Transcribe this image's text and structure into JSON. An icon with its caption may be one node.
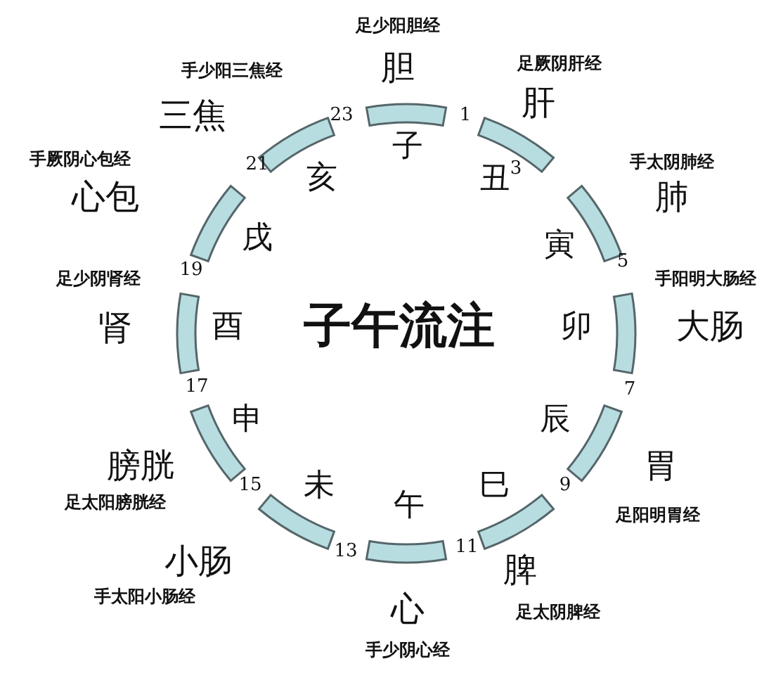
{
  "diagram": {
    "title": "子午流注",
    "labels": [
      "足少阳胆经",
      "手少阳三焦经",
      "胆",
      "足厥阴肝经",
      "三焦",
      "23",
      "1",
      "肝",
      "子",
      "手厥阴心包经",
      "21",
      "亥",
      "丑",
      "3",
      "手太阴肺经",
      "心包",
      "肺",
      "戌",
      "寅",
      "19",
      "5",
      "足少阴肾经",
      "手阳明大肠经",
      "肾",
      "酉",
      "卯",
      "大肠",
      "17",
      "7",
      "申",
      "辰",
      "膀胱",
      "胃",
      "15",
      "未",
      "巳",
      "9",
      "足太阳膀胱经",
      "午",
      "足阳明胃经",
      "小肠",
      "13",
      "11",
      "脾",
      "手太阳小肠经",
      "心",
      "足太阴脾经",
      "手少阴心经"
    ]
  }
}
